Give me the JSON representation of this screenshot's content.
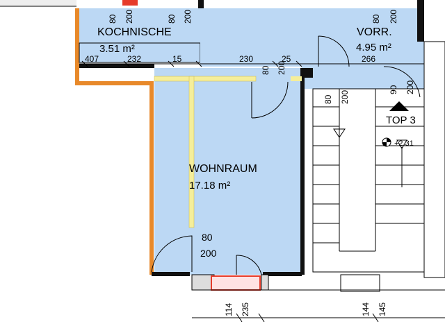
{
  "rooms": {
    "kitchen": {
      "name": "KOCHNISCHE",
      "area": "3.51 m²"
    },
    "hall": {
      "name": "VORR.",
      "area": "4.95 m²"
    },
    "living": {
      "name": "WOHNRAUM",
      "area": "17.18 m²"
    }
  },
  "unit": {
    "label": "TOP 3",
    "level": "+2.31"
  },
  "dimensions": {
    "top_row": [
      "407",
      "232",
      "15",
      "230",
      "25",
      "266"
    ],
    "bottom_row": [
      "114",
      "235",
      "144",
      "145"
    ]
  },
  "doors": [
    {
      "width": "80",
      "height": "200"
    },
    {
      "width": "80",
      "height": "200"
    },
    {
      "width": "80",
      "height": "200"
    },
    {
      "width": "80",
      "height": "200"
    },
    {
      "width": "90",
      "height": "200"
    },
    {
      "width": "80",
      "height": "200"
    }
  ],
  "colors": {
    "room_fill": "#bcd8f4",
    "wall": "#111111",
    "light_partition": "#f5ee9a",
    "orange_wall": "#e8892a",
    "red_accent": "#e63b2a",
    "line": "#000000"
  }
}
